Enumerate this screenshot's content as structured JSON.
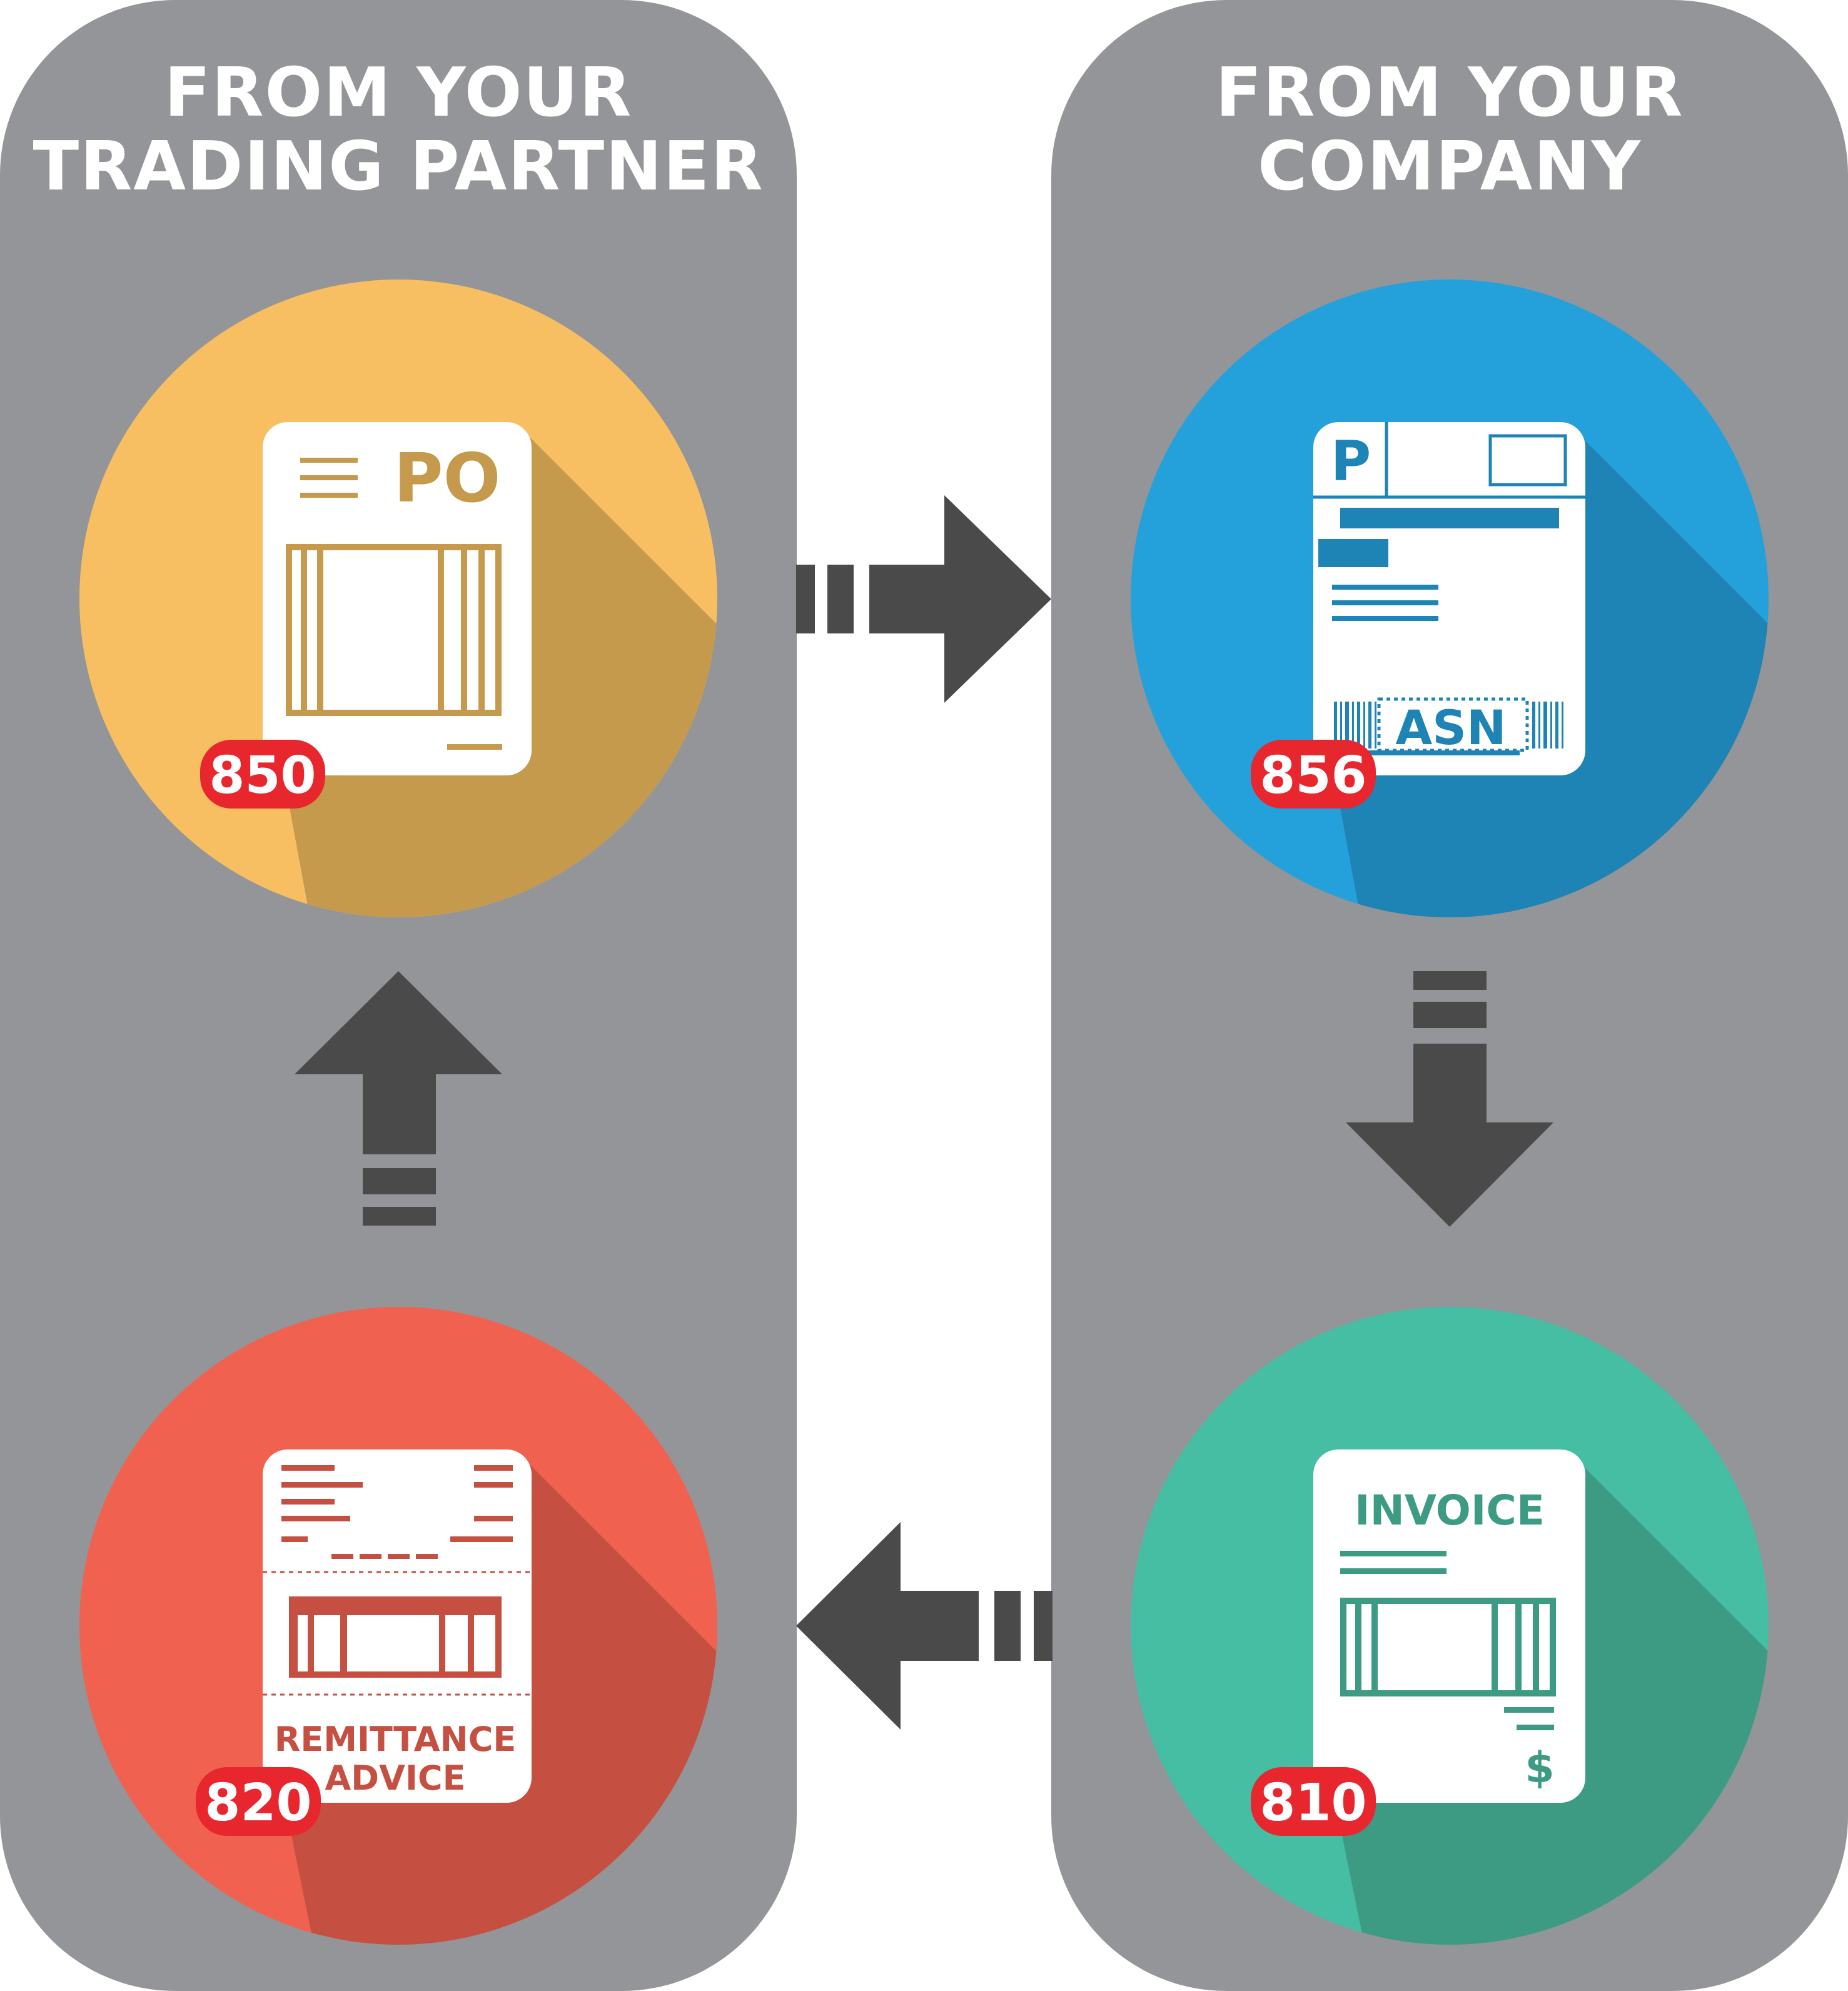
{
  "panels": {
    "left": {
      "title_line1": "FROM YOUR",
      "title_line2": "TRADING PARTNER"
    },
    "right": {
      "title_line1": "FROM YOUR",
      "title_line2": "COMPANY"
    }
  },
  "documents": {
    "po": {
      "label": "PO",
      "code": "850",
      "color": "#F7BF62",
      "accent": "#C69A4C"
    },
    "asn": {
      "label": "ASN",
      "header_letter": "P",
      "code": "856",
      "color": "#24A1DA",
      "accent": "#1E83B5"
    },
    "invoice": {
      "label": "INVOICE",
      "currency": "$",
      "code": "810",
      "color": "#46BEA3",
      "accent": "#3D9A83"
    },
    "remittance": {
      "label_line1": "REMITTANCE",
      "label_line2": "ADVICE",
      "code": "820",
      "color": "#F06150",
      "accent": "#C55041"
    }
  },
  "colors": {
    "panel": "#939598",
    "arrow": "#4A4A4A",
    "badge": "#E8262D"
  }
}
